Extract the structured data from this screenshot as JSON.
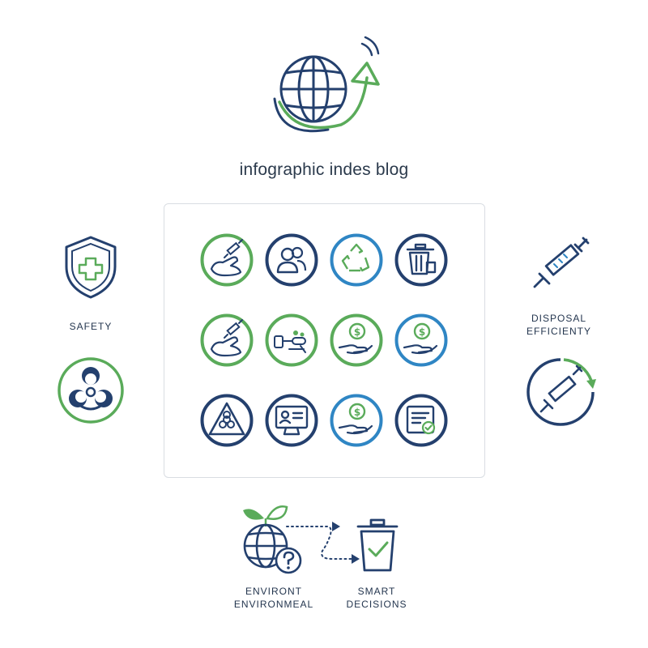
{
  "header": {
    "title": "infographic indes blog"
  },
  "labels": {
    "safety": "SAFETY",
    "disposal_line1": "DISPOSAL",
    "disposal_line2": "EFFICIENTY",
    "environ_line1": "ENVIRONT",
    "environ_line2": "ENVIRONMEAL",
    "smart_line1": "SMART",
    "smart_line2": "DECISIONS"
  },
  "colors": {
    "navy": "#24406e",
    "green": "#5aab5a",
    "blue": "#2f86c4",
    "panel_border": "#d9dde2"
  },
  "icons": {
    "top": "globe-arrow-icon",
    "left_top": "shield-cross-icon",
    "left_bottom": "biohazard-icon",
    "right_top": "syringe-icon",
    "right_bottom": "syringe-cycle-icon",
    "bottom_left": "globe-leaf-question-icon",
    "bottom_right": "trash-check-icon"
  },
  "grid": [
    {
      "icon": "arm-injection-icon",
      "ring": "green"
    },
    {
      "icon": "people-icon",
      "ring": "navy"
    },
    {
      "icon": "recycle-icon",
      "ring": "blue"
    },
    {
      "icon": "trash-bin-icon",
      "ring": "navy"
    },
    {
      "icon": "arm-injection-icon",
      "ring": "green"
    },
    {
      "icon": "pills-syringe-icon",
      "ring": "green"
    },
    {
      "icon": "hand-coin-icon",
      "ring": "green"
    },
    {
      "icon": "hand-coin-icon",
      "ring": "blue"
    },
    {
      "icon": "biohazard-warning-icon",
      "ring": "navy"
    },
    {
      "icon": "monitor-profile-icon",
      "ring": "navy"
    },
    {
      "icon": "hand-coin-icon",
      "ring": "blue"
    },
    {
      "icon": "checklist-document-icon",
      "ring": "navy"
    }
  ]
}
